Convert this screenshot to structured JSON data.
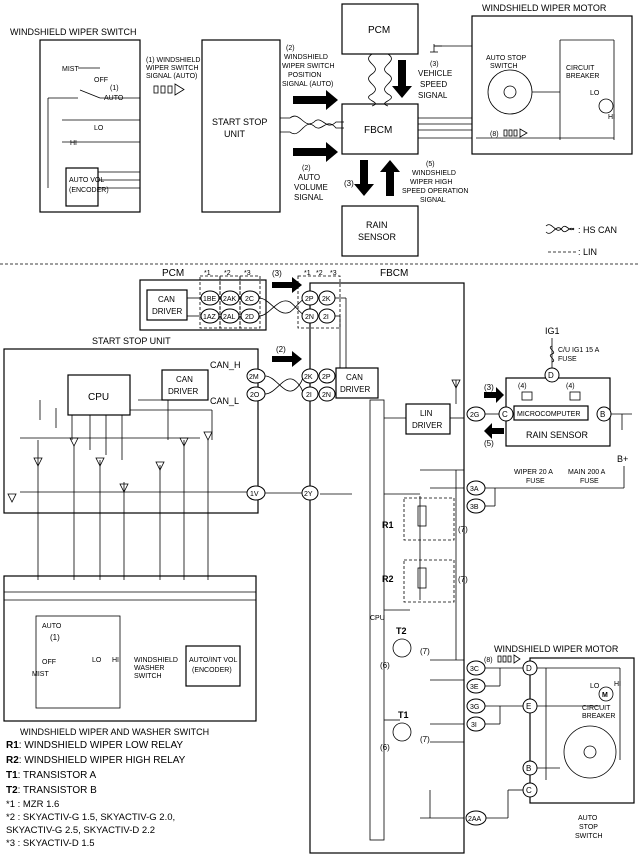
{
  "top": {
    "switch_title": "WINDSHIELD WIPER SWITCH",
    "switch_positions": [
      "MIST",
      "OFF",
      "(1)",
      "AUTO",
      "LO",
      "HI"
    ],
    "switch_encoder": [
      "AUTO VOL",
      "(ENCODER)"
    ],
    "sig1": [
      "(1) WINDSHIELD",
      "WIPER SWITCH",
      "SIGNAL (AUTO)"
    ],
    "start_stop_unit": [
      "START STOP",
      "UNIT"
    ],
    "pcm": "PCM",
    "fbcm": "FBCM",
    "rain_sensor": [
      "RAIN",
      "SENSOR"
    ],
    "sig2a": [
      "(2)",
      "WINDSHIELD",
      "WIPER SWITCH",
      "POSITION",
      "SIGNAL (AUTO)"
    ],
    "sig2b": [
      "(2)",
      "AUTO",
      "VOLUME",
      "SIGNAL"
    ],
    "sig3": [
      "(3)",
      "VEHICLE",
      "SPEED",
      "SIGNAL"
    ],
    "sig3b": "(3)",
    "sig5": [
      "(5)",
      "WINDSHIELD",
      "WIPER HIGH",
      "SPEED OPERATION",
      "SIGNAL"
    ],
    "motor_title": "WINDSHIELD WIPER MOTOR",
    "motor_labels": [
      "AUTO STOP",
      "SWITCH",
      "CIRCUIT",
      "BREAKER",
      "LO",
      "HI",
      "(8)"
    ],
    "legend_hscan": ": HS CAN",
    "legend_lin": ": LIN"
  },
  "bottom": {
    "pcm": "PCM",
    "can_driver": [
      "CAN",
      "DRIVER"
    ],
    "pcm_pins": [
      "1BE",
      "2AK",
      "2C",
      "1AZ",
      "2AL",
      "2D"
    ],
    "col_marks": [
      "*1",
      "*2",
      "*3"
    ],
    "fbcm": "FBCM",
    "fbcm_pins_top": [
      "2P",
      "2K",
      "2N",
      "2I"
    ],
    "fbcm_pins_mid": [
      "2K",
      "2P",
      "2I",
      "2N"
    ],
    "sig3": "(3)",
    "sig2": "(2)",
    "start_stop_unit": "START STOP UNIT",
    "cpu": "CPU",
    "can_h": "CAN_H",
    "can_l": "CAN_L",
    "ssu_pins": [
      "2M",
      "2O",
      "1V"
    ],
    "lin_driver": [
      "LIN",
      "DRIVER"
    ],
    "fbcm_pins_right": [
      "2G",
      "2Y",
      "3A",
      "3B",
      "3C",
      "3E",
      "3G",
      "3I",
      "2AA"
    ],
    "ig1": "IG1",
    "ig_fuse": [
      "C/U IG1 15 A",
      "FUSE"
    ],
    "rain_sensor": "RAIN SENSOR",
    "microcomputer": "MICROCOMPUTER",
    "rs_pins": [
      "D",
      "C",
      "B"
    ],
    "rs_marks": [
      "(4)",
      "(4)",
      "(3)",
      "(5)"
    ],
    "bplus": "B+",
    "wiper_fuse": [
      "WIPER 20 A",
      "FUSE"
    ],
    "main_fuse": [
      "MAIN 200 A",
      "FUSE"
    ],
    "r1": "R1",
    "r2": "R2",
    "t1": "T1",
    "t2": "T2",
    "cpu_small": "CPU",
    "marks": [
      "(7)",
      "(7)",
      "(7)",
      "(7)",
      "(6)",
      "(6)",
      "(8)"
    ],
    "motor_title": "WINDSHIELD WIPER MOTOR",
    "motor_pins": [
      "D",
      "E",
      "B",
      "C"
    ],
    "motor_labels": [
      "LO",
      "HI",
      "CIRCUIT",
      "BREAKER",
      "AUTO",
      "STOP",
      "SWITCH"
    ],
    "motor_m": "M",
    "switch_title": "WINDSHIELD WIPER AND WASHER SWITCH",
    "switch_labels": [
      "AUTO",
      "(1)",
      "OFF",
      "MIST",
      "LO",
      "HI"
    ],
    "washer": [
      "WINDSHIELD",
      "WASHER",
      "SWITCH"
    ],
    "encoder": [
      "AUTO/INT VOL",
      "(ENCODER)"
    ]
  },
  "legend": {
    "items": [
      {
        "code": "R1",
        "text": ": WINDSHIELD WIPER LOW RELAY"
      },
      {
        "code": "R2",
        "text": ": WINDSHIELD WIPER HIGH RELAY"
      },
      {
        "code": "T1",
        "text": ": TRANSISTOR A"
      },
      {
        "code": "T2",
        "text": ": TRANSISTOR B"
      }
    ],
    "notes": [
      "*1 : MZR 1.6",
      "*2 : SKYACTIV-G 1.5, SKYACTIV-G 2.0,",
      "SKYACTIV-G 2.5, SKYACTIV-D 2.2",
      "*3 : SKYACTIV-D 1.5"
    ]
  }
}
